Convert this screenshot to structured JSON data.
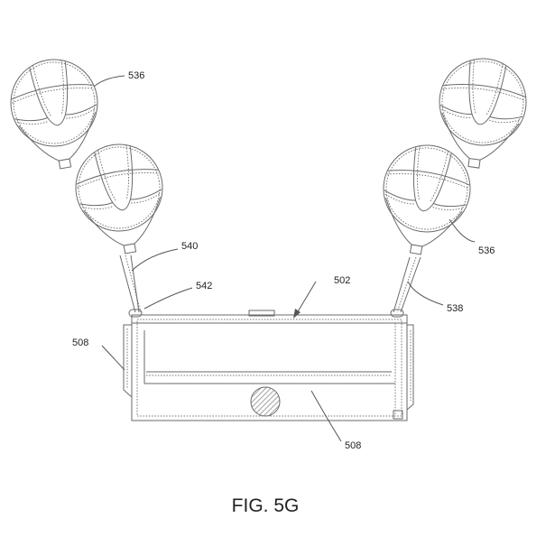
{
  "caption": "FIG. 5G",
  "labels": {
    "balloon_top_left": "536",
    "balloon_right_lower": "536",
    "tether_left": "540",
    "connector_left": "542",
    "device": "502",
    "tether_right": "538",
    "side_left": "508",
    "bottom": "508"
  },
  "colors": {
    "line": "#6a6a6a",
    "hatch": "#8a8a8a",
    "text": "#222222"
  }
}
